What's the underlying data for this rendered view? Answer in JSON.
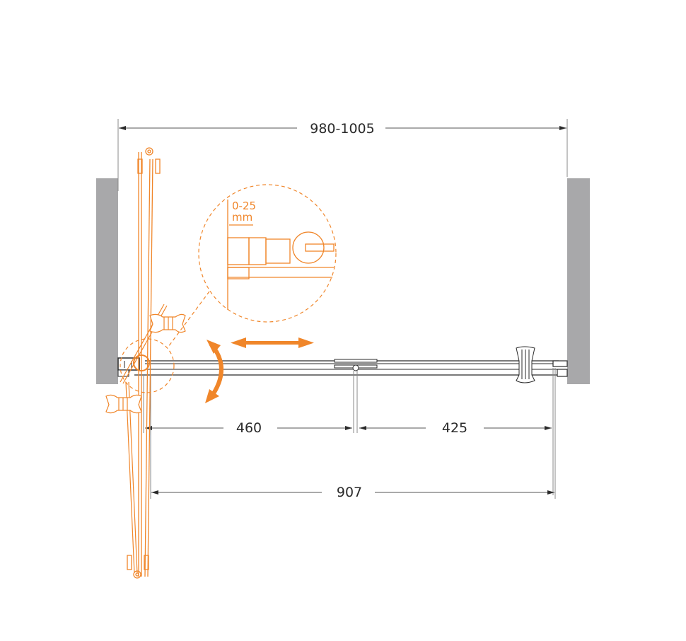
{
  "diagram": {
    "type": "shower-door-plan-view",
    "colors": {
      "accent": "#f0862a",
      "wall": "#a8a8aa",
      "line": "#2a2a2a",
      "dim_line": "#555555"
    },
    "dimensions": {
      "overall": "980-1005",
      "fixed_panel": "460",
      "door_opening": "425",
      "glass_total": "907"
    },
    "detail": {
      "adjustment_value": "0-25",
      "adjustment_unit": "mm"
    },
    "annotations": {
      "sliding_arrow": "double-headed horizontal arrow (sliding movement)",
      "swing_arrow": "curved double-headed arrow (pivot swing)"
    }
  }
}
